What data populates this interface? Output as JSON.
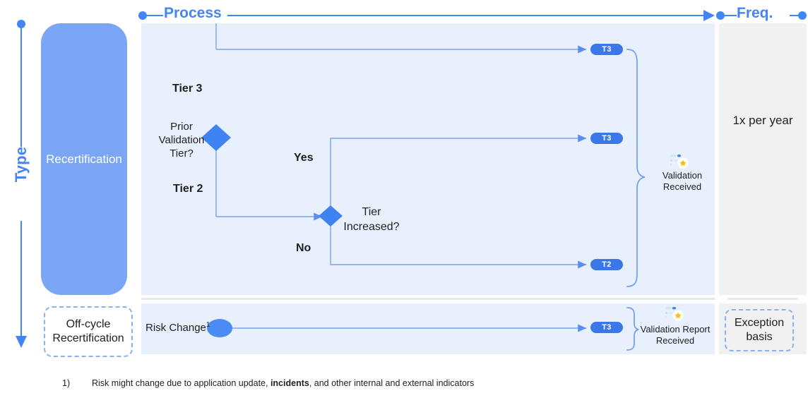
{
  "axes": {
    "type": {
      "label": "Type",
      "icon": "down-arrow-axis"
    },
    "process": {
      "label": "Process",
      "icon": "right-arrow-axis"
    },
    "frequency": {
      "label": "Freq.",
      "icon": "dot-line-axis"
    }
  },
  "type_column": {
    "recertification": "Recertification",
    "off_cycle": "Off-cycle Recertification"
  },
  "frequency_column": {
    "main": "1x per year",
    "off_cycle": "Exception basis"
  },
  "flow": {
    "decision_1": {
      "label": "Prior Validation Tier?",
      "branch_upper": "Tier 3",
      "branch_lower": "Tier 2"
    },
    "decision_2": {
      "label": "Tier Increased?",
      "branch_yes": "Yes",
      "branch_no": "No"
    },
    "start_off_cycle": "Risk Change",
    "start_off_cycle_footnote_marker": "1",
    "badges": {
      "tier3_from_tier3": "T3",
      "tier3_from_yes": "T3",
      "tier2_from_no": "T2",
      "tier3_off_cycle": "T3"
    },
    "outcome_main": "Validation Received",
    "outcome_off_cycle": "Validation Report Received"
  },
  "footnote": {
    "number": "1)",
    "text_before": "Risk might change due to application update, ",
    "text_bold": "incidents",
    "text_after": ", and other internal and external indicators"
  },
  "colors": {
    "accent_blue": "#4285f4",
    "badge_blue": "#3b78e7",
    "block_blue": "#7ba6f5",
    "panel_bg": "#e9f0fd",
    "freq_bg": "#f1f1f1",
    "dashed_border": "#8ab0f0"
  }
}
